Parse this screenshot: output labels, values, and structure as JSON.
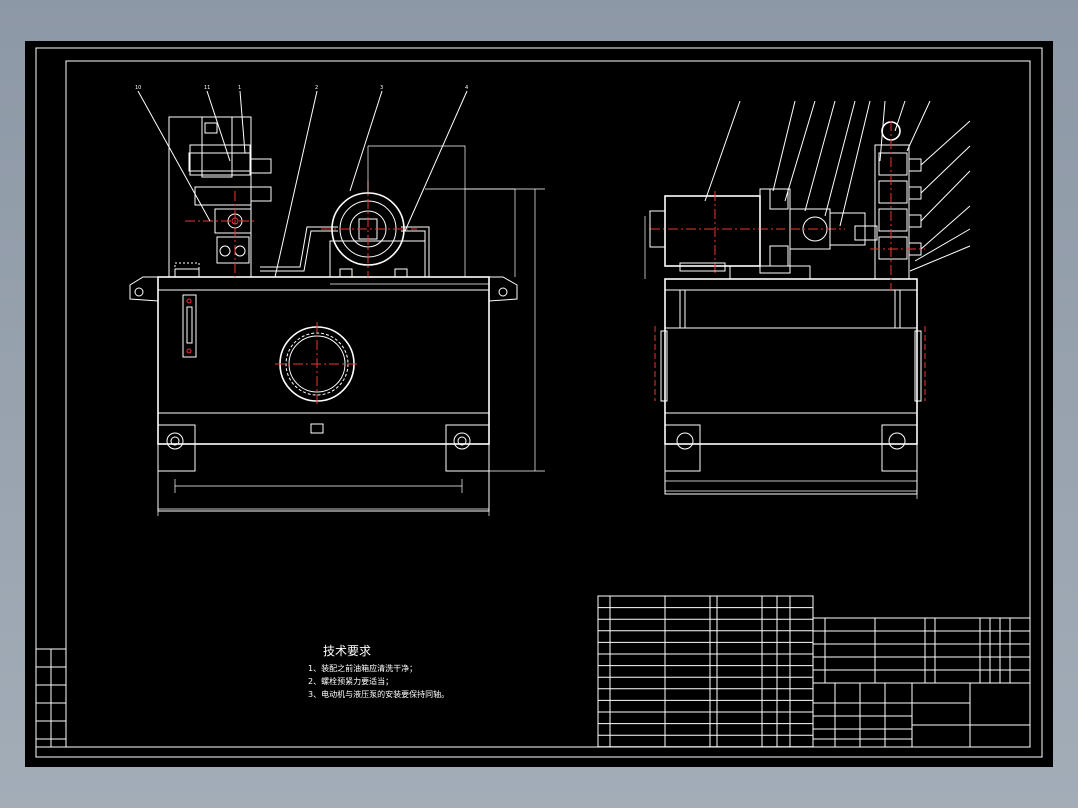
{
  "technical_requirements": {
    "title": "技术要求",
    "lines": [
      "1、装配之前油箱应清洗干净；",
      "2、螺栓预紧力要适当；",
      "3、电动机与液压泵的安装要保持同轴。"
    ]
  },
  "colors": {
    "background": "#000000",
    "lines": "#ffffff",
    "center_lines": "#ee3333",
    "canvas_frame": "#96a0ac"
  }
}
